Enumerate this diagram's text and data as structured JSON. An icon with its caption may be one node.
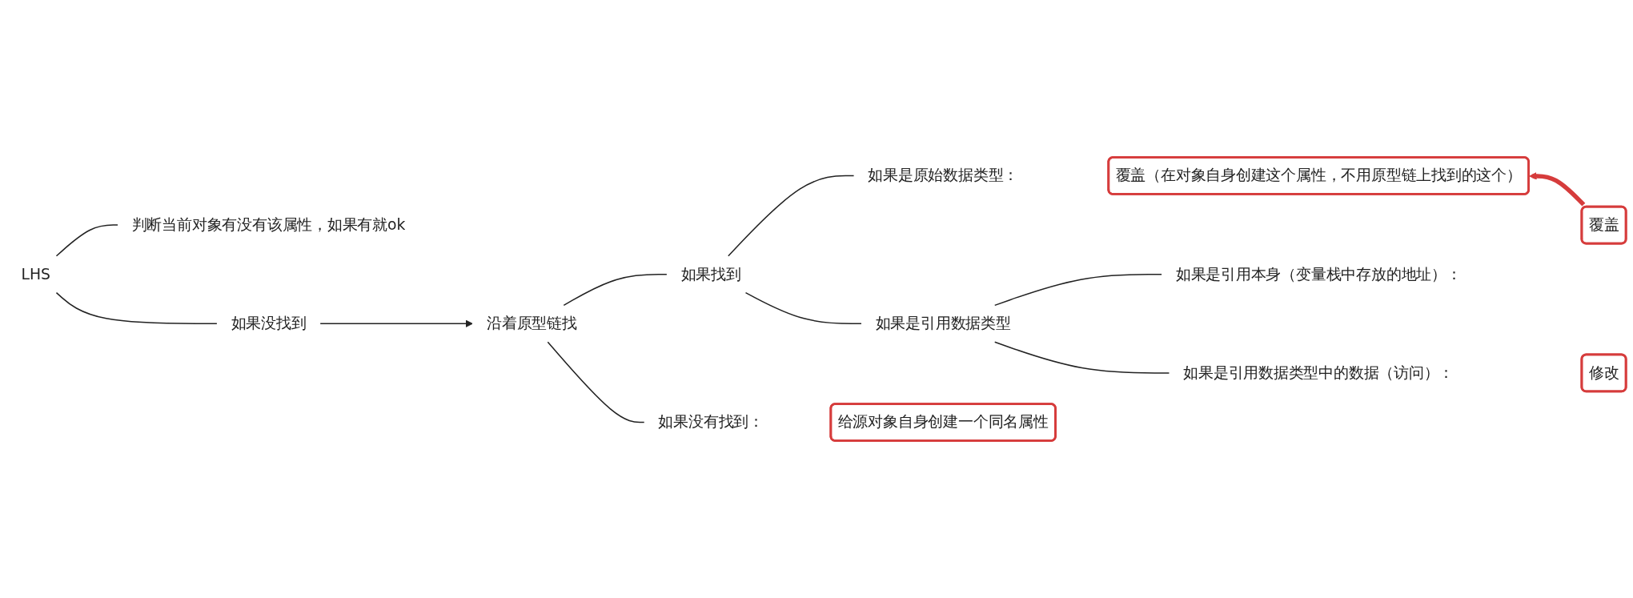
{
  "diagram": {
    "nodes": [
      {
        "text": [
          "LHS"
        ]
      },
      {
        "text": [
          "判断当前对象有没有该属性，如果有就ok"
        ]
      },
      {
        "text": [
          "如果没找到"
        ]
      },
      {
        "text": [
          "沿着原型链找"
        ]
      },
      {
        "text": [
          "如果找到"
        ]
      },
      {
        "text": [
          "如果是原始数据类型："
        ]
      },
      {
        "text": [
          "覆盖（在对象自身创建这个属性，不用原型链上找到的这个）"
        ]
      },
      {
        "text": [
          "如果是引用数据类型"
        ]
      },
      {
        "text": [
          "如果是引用本身（变量栈中存放的地址）："
        ]
      },
      {
        "text": [
          "覆盖"
        ]
      },
      {
        "text": [
          "如果是引用数据类型中的数据（访问）："
        ]
      },
      {
        "text": [
          "修改"
        ]
      },
      {
        "text": [
          "如果没有找到："
        ]
      },
      {
        "text": [
          "给源对象自身创建一个同名属性"
        ]
      }
    ],
    "edges": [
      {
        "from": 0,
        "to": 1,
        "arrow": "none"
      },
      {
        "from": 0,
        "to": 2,
        "arrow": "none"
      },
      {
        "from": 2,
        "to": 3,
        "arrow": "to"
      },
      {
        "from": 3,
        "to": 4,
        "arrow": "none"
      },
      {
        "from": 3,
        "to": 12,
        "arrow": "none"
      },
      {
        "from": 4,
        "to": 5,
        "arrow": "none"
      },
      {
        "from": 4,
        "to": 7,
        "arrow": "none"
      },
      {
        "from": 7,
        "to": 8,
        "arrow": "none"
      },
      {
        "from": 7,
        "to": 10,
        "arrow": "none"
      },
      {
        "from": 9,
        "to": 6,
        "arrow": "to",
        "style": "thick",
        "color": "#d63c3c"
      }
    ]
  }
}
